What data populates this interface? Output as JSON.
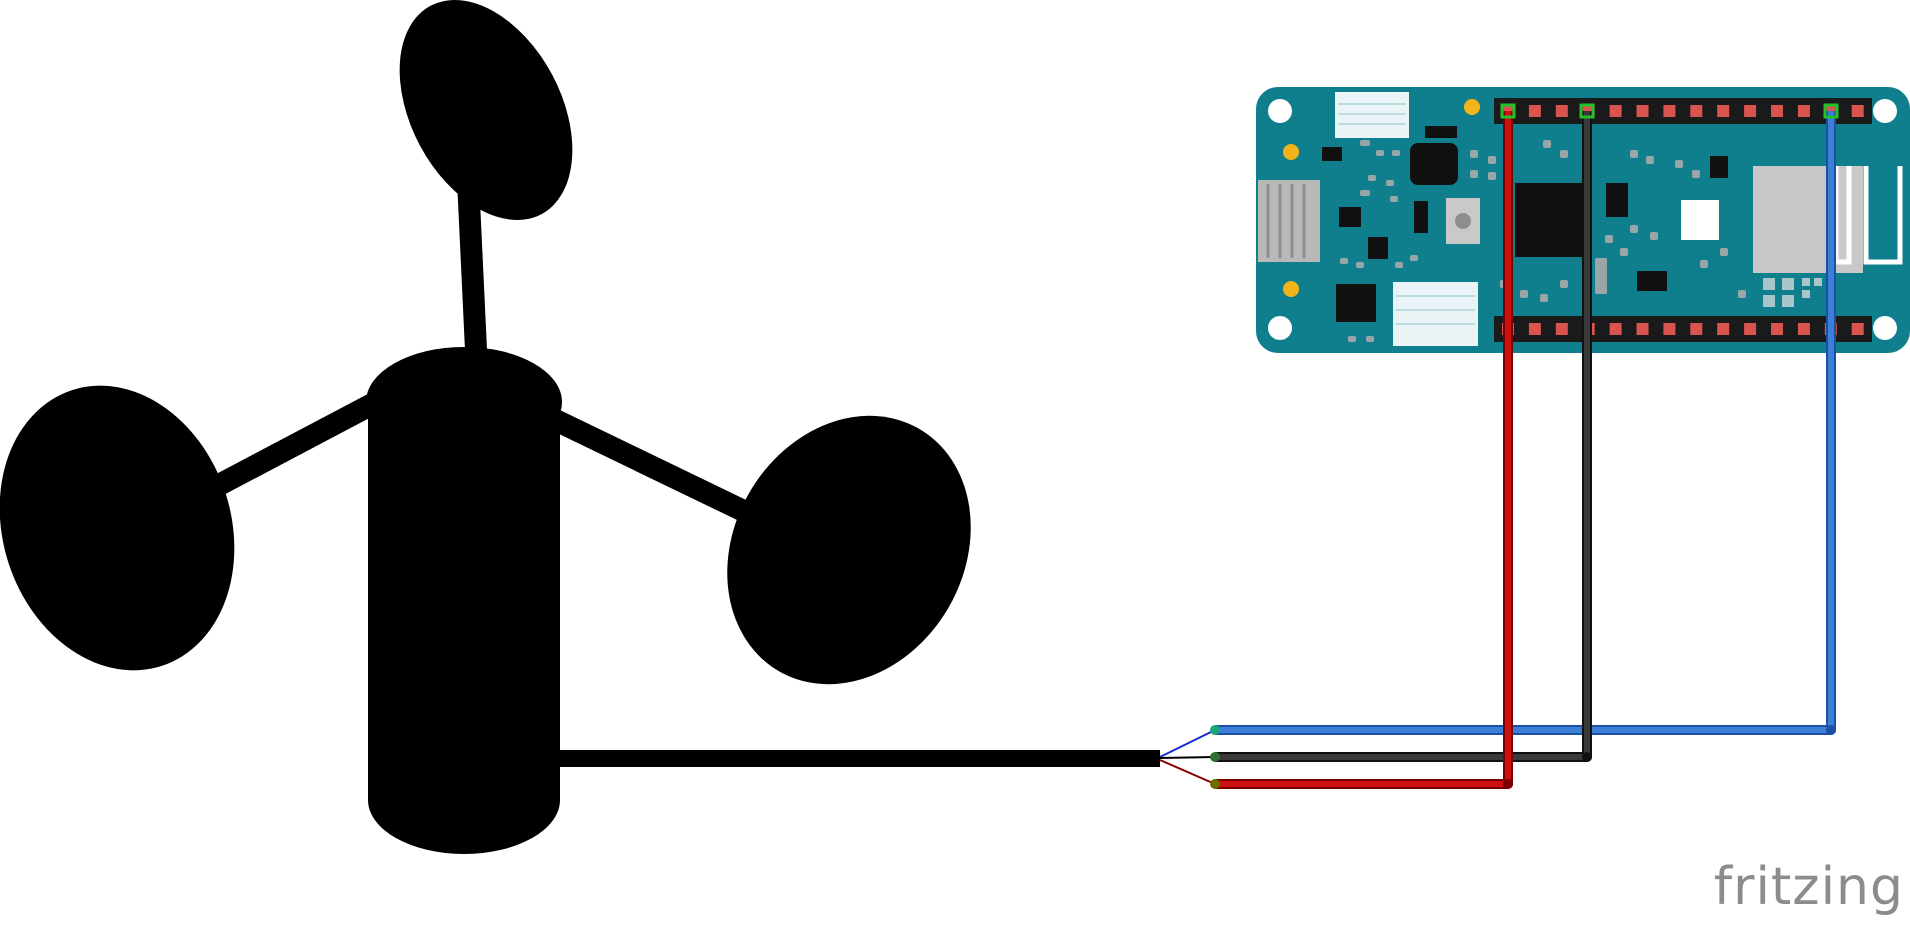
{
  "diagram": {
    "components": [
      {
        "name": "anemometer",
        "kind": "cup anemometer"
      },
      {
        "name": "microcontroller-board",
        "kind": "dev board"
      }
    ],
    "wires": [
      {
        "id": "wire-signal",
        "color": "#3b7fd6",
        "role": "signal"
      },
      {
        "id": "wire-ground",
        "color": "#3a3a3a",
        "role": "ground"
      },
      {
        "id": "wire-power",
        "color": "#cc1111",
        "role": "power"
      }
    ],
    "colors": {
      "board": "#0f7f8d",
      "header": "#1a1a1a",
      "pin": "#d9534f",
      "led": "#f3b41b",
      "chip": "#101010"
    }
  },
  "watermark": {
    "text": "fritzing"
  }
}
